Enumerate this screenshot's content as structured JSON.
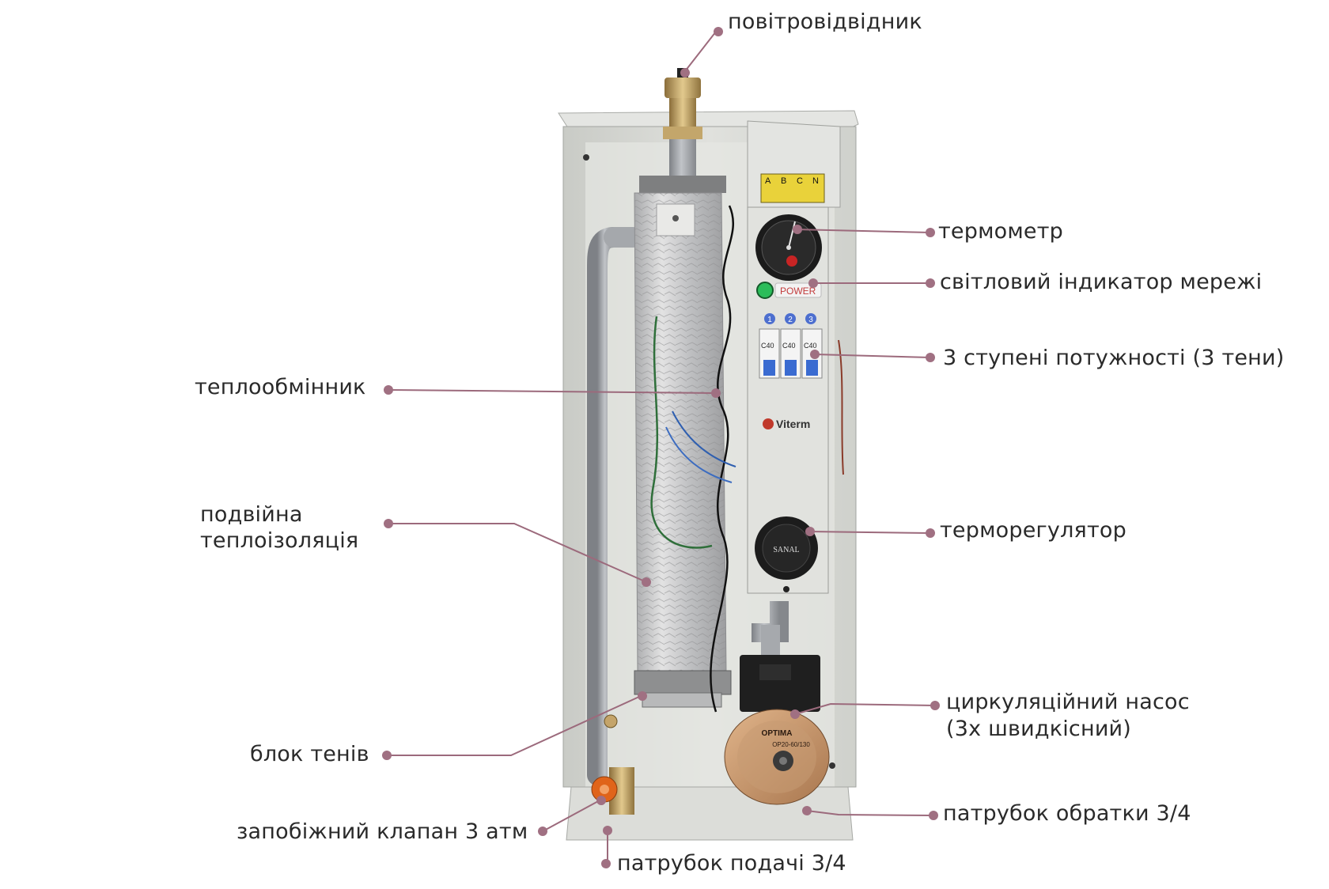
{
  "labels": {
    "air_vent": "повітровідвідник",
    "thermometer": "термометр",
    "power_indicator": "світловий індикатор мережі",
    "power_stages": "3 ступені потужності (3 тени)",
    "heat_exchanger": "теплообмінник",
    "insulation_line1": "подвійна",
    "insulation_line2": "теплоізоляція",
    "thermostat": "терморегулятор",
    "pump_line1": "циркуляційний насос",
    "pump_line2": "(3х швидкісний)",
    "heater_block": "блок тенів",
    "return_pipe": "патрубок обратки 3/4",
    "safety_valve": "запобіжний клапан 3 атм",
    "supply_pipe": "патрубок подачі 3/4"
  },
  "panel": {
    "terminal_letters": [
      "A",
      "B",
      "C",
      "N"
    ],
    "power_label": "POWER",
    "breaker_numbers": [
      "1",
      "2",
      "3"
    ],
    "breaker_rating": "C40",
    "brand": "Viterm",
    "thermostat_brand": "SANAL",
    "pump_brand": "OPTIMA",
    "pump_model": "OP20-60/130"
  },
  "colors": {
    "leader": "#9c6a7c",
    "dot": "#a07082",
    "text": "#2a2a2a",
    "casing": "#d9dbd6",
    "panel": "#dedfdb",
    "foil": "#c8c8c8"
  }
}
